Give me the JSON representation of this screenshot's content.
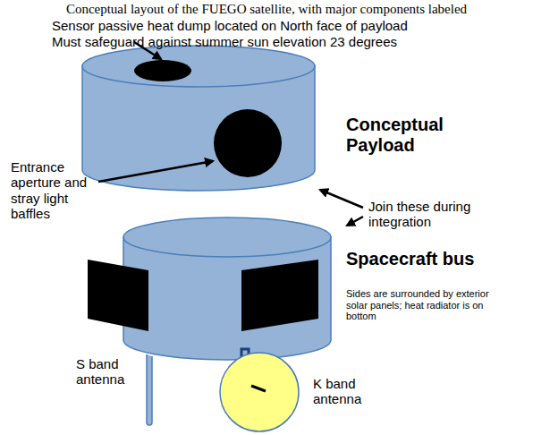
{
  "diagram": {
    "title": "Conceptual layout of the FUEGO satellite, with major components labeled",
    "labels": [
      "Sensor passive heat dump located on North face of payload",
      "Must safeguard against summer sun elevation 23 degrees",
      "Entrance aperture and stray light baffles",
      "Conceptual Payload",
      "Join these during integration",
      "Spacecraft bus",
      "Sides are surrounded by exterior solar panels; heat radiator is on bottom",
      "S band antenna",
      "K band antenna"
    ]
  }
}
